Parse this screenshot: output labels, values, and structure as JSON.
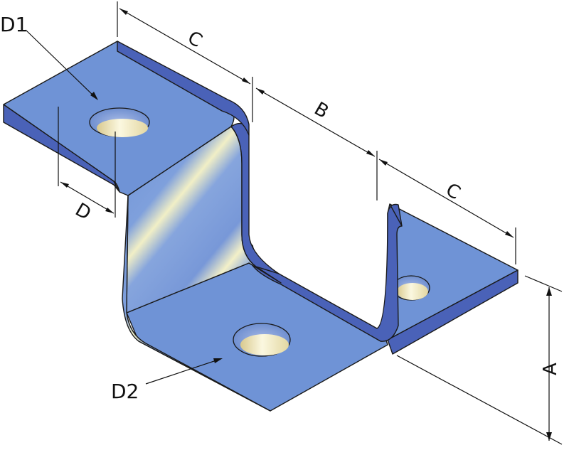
{
  "labels": {
    "d1": "D1",
    "d2": "D2",
    "c_top": "C",
    "b": "B",
    "c_right": "C",
    "d": "D",
    "a": "A"
  },
  "colors": {
    "top_face": "#6f93d6",
    "mid_face": "#7396d8",
    "edge_face": "#4a62b8",
    "highlight": "#f3f0c8",
    "background": "#ffffff"
  }
}
